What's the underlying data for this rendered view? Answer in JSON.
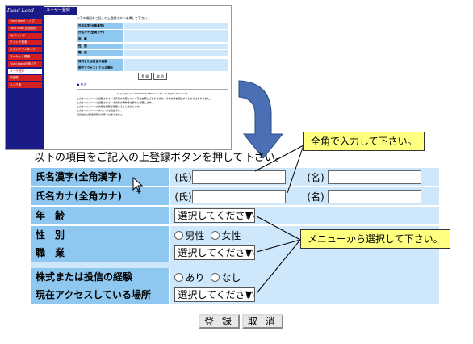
{
  "thumbnail": {
    "logo": "Fund Land",
    "header_tab": "ユーザー登録",
    "menu": [
      {
        "label": "Fund Land トップ",
        "selected": false
      },
      {
        "label": "Let's start 投資信託",
        "selected": false
      },
      {
        "label": "Myファンド",
        "selected": false
      },
      {
        "label": "ファンド検索",
        "selected": false
      },
      {
        "label": "ファンドランキング",
        "selected": false
      },
      {
        "label": "マーケット情報",
        "selected": false
      },
      {
        "label": "Fund Landの使い方",
        "selected": false
      },
      {
        "label": "ユーザ登録",
        "selected": true
      },
      {
        "label": "用語集",
        "selected": false
      },
      {
        "label": "リンク集",
        "selected": false
      }
    ],
    "intro": "以下の項目をご記入の上登録ボタンを押して下さい。",
    "rows": [
      "氏名漢字(全角漢字)",
      "氏名カナ(全角カナ)",
      "年　齢",
      "性　別",
      "職　業",
      "株式または投信の経験",
      "現在アクセスしている場所"
    ],
    "buttons": [
      "登 録",
      "取 消"
    ],
    "return_link": "戻る",
    "copyright": "Copyright (c) 1996-2000 ABC Co., Ltd. All Rights Reserved.",
    "notes": [
      "このホームページに掲載されている情報の内容について万全を期しておりますが、その内容を保証するものではありません。",
      "このホームページに記載されている内容の著作権は弊社に帰属します。",
      "このホームページの内容を無断で転載することを禁じます。",
      "このホームページへのリンクは自由です。",
      "投資信託は預金保険の対象ではありません。"
    ]
  },
  "form": {
    "intro": "以下の項目をご記入の上登録ボタンを押して下さい。",
    "kanji_label": "氏名漢字(全角漢字)",
    "kana_label": "氏名カナ(全角カナ)",
    "age_label": "年　齢",
    "gender_label": "性　別",
    "job_label": "職　業",
    "experience_label": "株式または投信の経験",
    "access_label": "現在アクセスしている場所",
    "family_name_prefix": "(氏)",
    "given_name_prefix": "(名)",
    "select_placeholder": "選択してください",
    "gender_options": [
      "男性",
      "女性"
    ],
    "experience_options": [
      "あり",
      "なし"
    ],
    "register_button": "登 録",
    "cancel_button": "取 消"
  },
  "callouts": {
    "fullwidth": "全角で入力して下さい。",
    "menu_select": "メニューから選択して下さい。"
  },
  "colors": {
    "label_bg": "#8ec8f0",
    "value_bg": "#cfe7fa",
    "sidebar": "#1a1b86",
    "menu_red": "#d31f1f",
    "callout_bg": "#ffff80",
    "arrow": "#4a6fb5"
  }
}
